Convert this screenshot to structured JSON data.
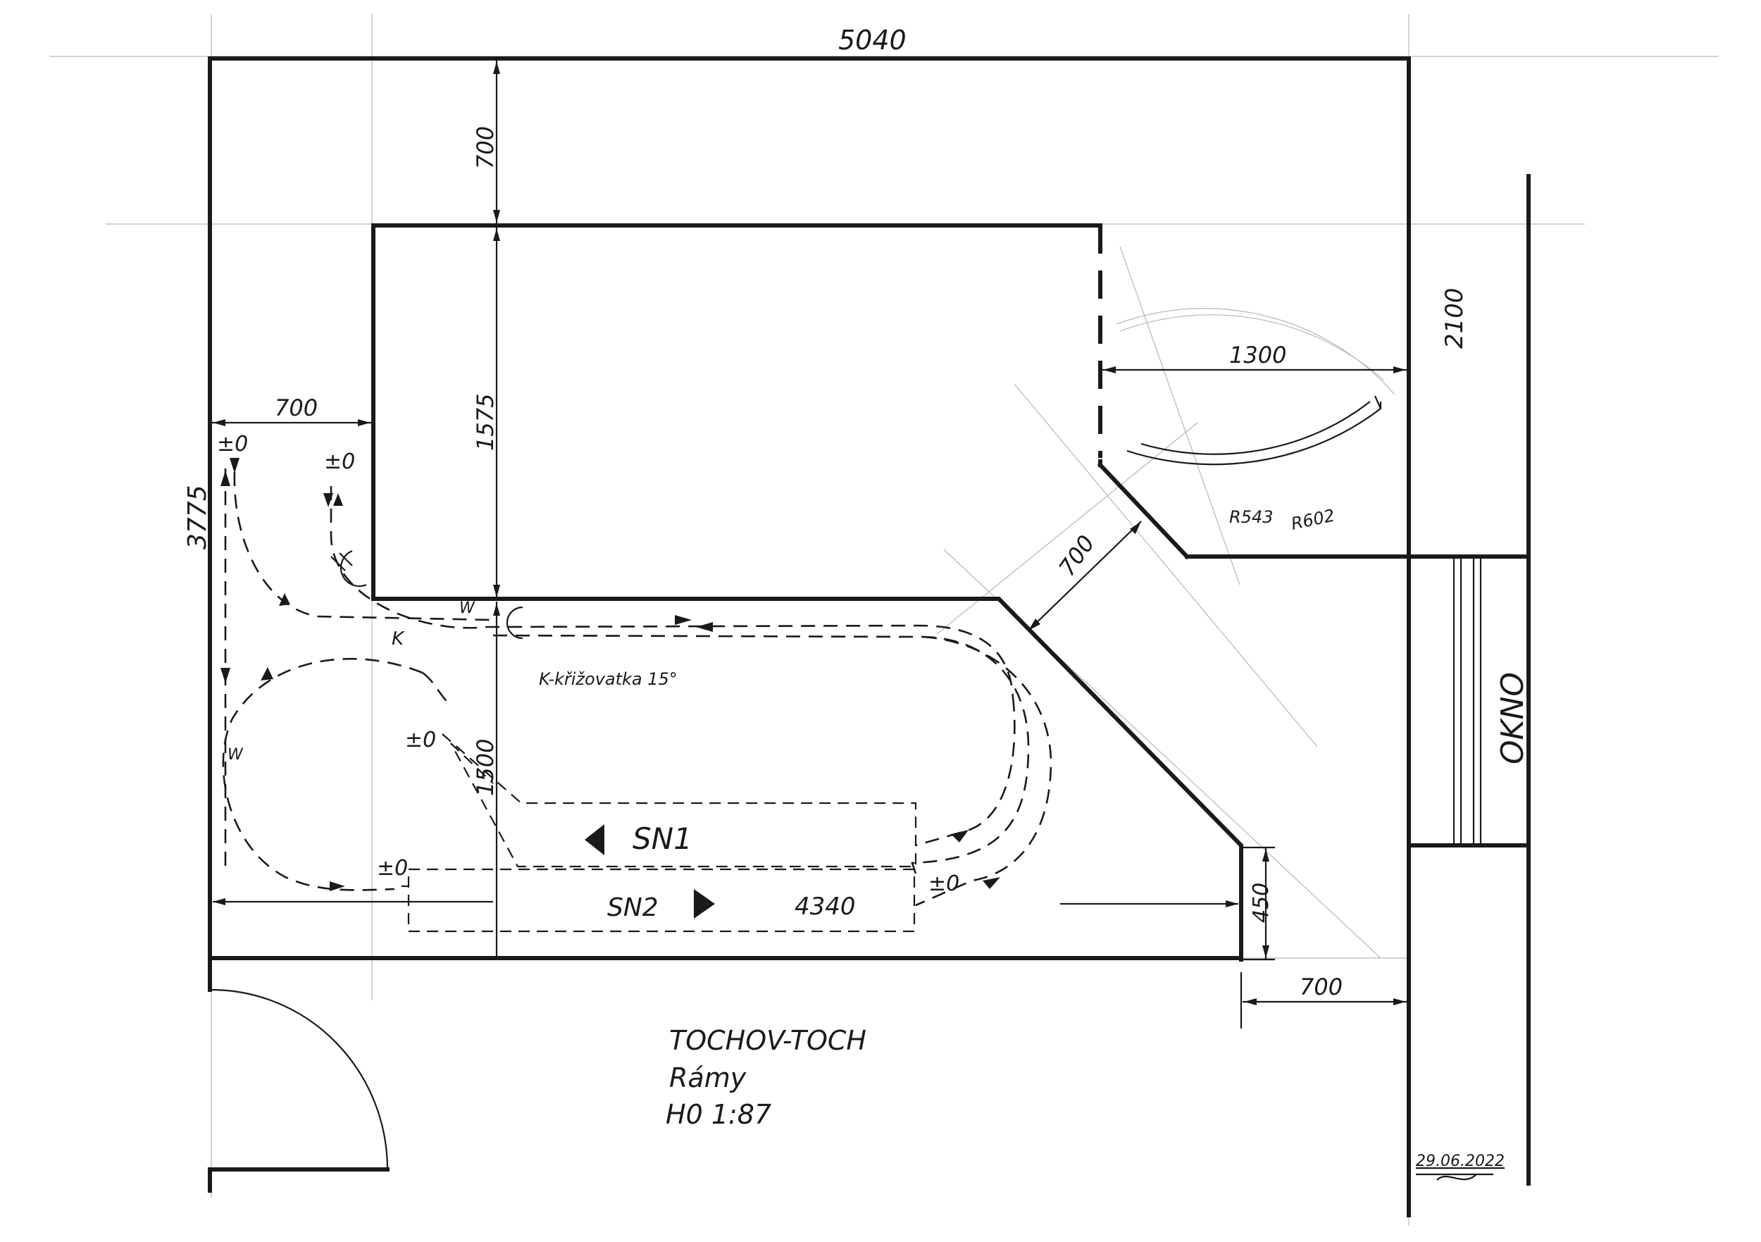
{
  "dimensions": {
    "width_total": "5040",
    "upper_gap": "700",
    "right_wall": "2100",
    "depth_arc": "1300",
    "left_gap": "700",
    "inner_height": "1575",
    "room_height": "3775",
    "diagonal": "700",
    "lower_gap": "1500",
    "corner": "450",
    "bottom_offset": "700",
    "length": "4340"
  },
  "labels": {
    "radius_inner": "R543",
    "radius_outer": "R602",
    "crossing": "K-křižovatka 15°",
    "crossing_mark": "K",
    "switch_mark_1": "W",
    "switch_mark_2": "W",
    "level_1": "±0",
    "level_2": "±0",
    "level_3": "±0",
    "level_4": "±0",
    "level_5": "±0",
    "window": "OKNO",
    "staging_1": "SN1",
    "staging_2": "SN2"
  },
  "title_block": {
    "line1": "TOCHOV-TOCH",
    "line2": "Rámy",
    "line3": "H0 1:87"
  },
  "date": "29.06.2022"
}
